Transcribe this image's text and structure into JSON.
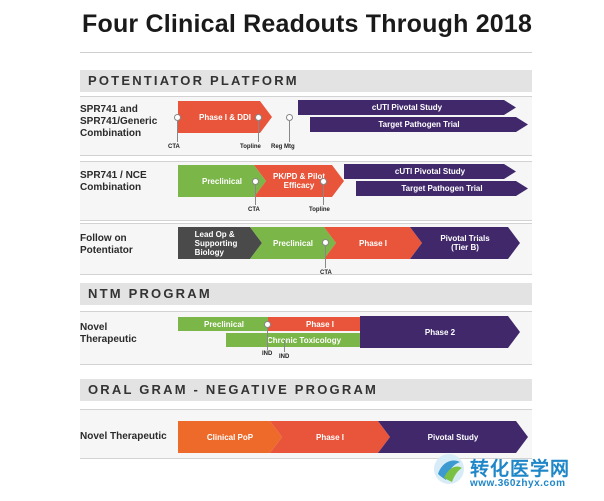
{
  "title": "Four Clinical Readouts Through 2018",
  "sections": {
    "potentiator": "POTENTIATOR PLATFORM",
    "ntm": "NTM PROGRAM",
    "oral": "ORAL GRAM - NEGATIVE PROGRAM"
  },
  "rows": {
    "spr741_generic": {
      "label": [
        "SPR741 and",
        "SPR741/Generic",
        "Combination"
      ],
      "phase1_ddi": "Phase I & DDI",
      "cuti": "cUTI Pivotal Study",
      "target": "Target Pathogen Trial",
      "milestones": {
        "cta": "CTA",
        "topline": "Topline",
        "reg_mtg": "Reg Mtg"
      }
    },
    "spr741_nce": {
      "label": [
        "SPR741 / NCE",
        "Combination"
      ],
      "preclinical": "Preclinical",
      "pkpd": [
        "PK/PD & Pilot",
        "Efficacy"
      ],
      "cuti": "cUTI Pivotal Study",
      "target": "Target Pathogen Trial",
      "milestones": {
        "cta": "CTA",
        "topline": "Topline"
      }
    },
    "follow_on": {
      "label": [
        "Follow on",
        "Potentiator"
      ],
      "lead_op": [
        "Lead Op &",
        "Supporting",
        "Biology"
      ],
      "preclinical": "Preclinical",
      "phase1": "Phase I",
      "pivotal": [
        "Pivotal Trials",
        "(Tier B)"
      ],
      "milestones": {
        "cta": "CTA"
      }
    },
    "ntm_novel": {
      "label": [
        "Novel",
        "Therapeutic"
      ],
      "preclinical": "Preclinical",
      "phase1": "Phase I",
      "chronic": "Chronic Toxicology",
      "phase2": "Phase 2",
      "milestones": {
        "ind1": "IND",
        "ind2": "IND"
      }
    },
    "oral_novel": {
      "label": "Novel Therapeutic",
      "clinical_pop": "Clinical PoP",
      "phase1": "Phase I",
      "pivotal": "Pivotal Study"
    }
  },
  "watermark": {
    "name": "转化医学网",
    "url": "www.360zhyx.com"
  },
  "colors": {
    "red": "#e8553a",
    "green": "#7ab648",
    "purple": "#40286b",
    "dark": "#4a4a4a",
    "orange": "#ee6a2b"
  }
}
